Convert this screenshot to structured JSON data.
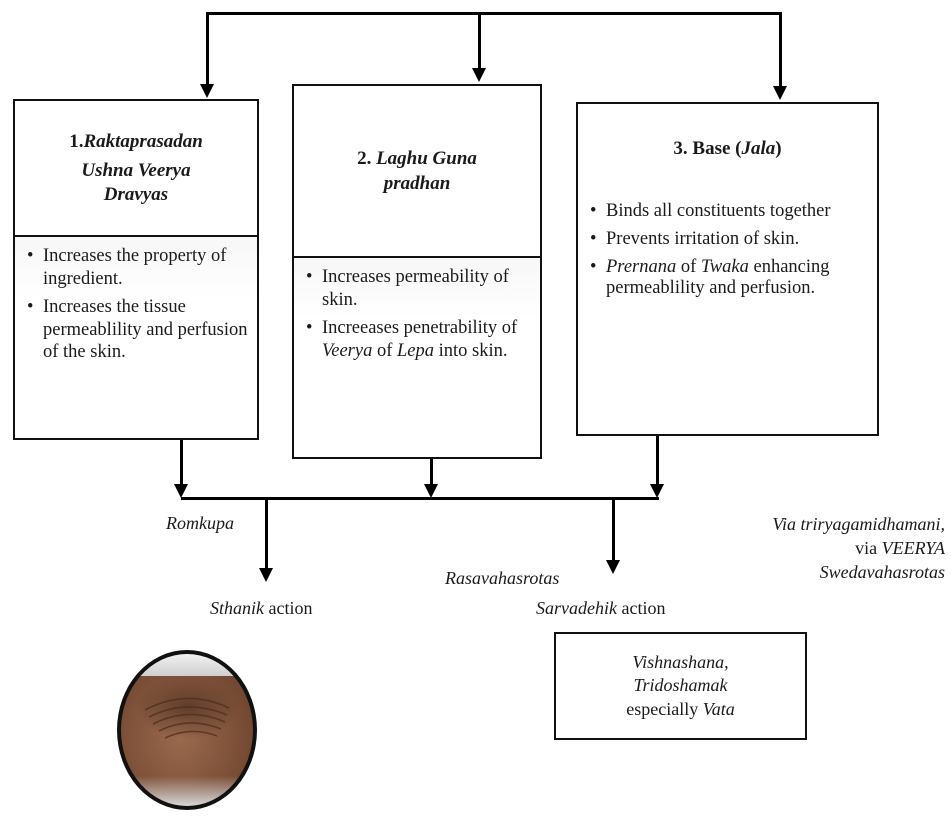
{
  "box1": {
    "title_num": "1.",
    "title_italic_1": "Raktaprasadan",
    "title_italic_2": "Ushna Veerya",
    "title_italic_3": "Dravyas",
    "points": [
      "Increases the property of ingredient.",
      "Increases the tissue permeablility and perfusion of the skin."
    ]
  },
  "box2": {
    "title_num": "2.",
    "title_italic_1": "Laghu Guna",
    "title_italic_2": "pradhan",
    "points": [
      {
        "text": "Increases permeability of skin."
      },
      {
        "pre": "Increeases penetrability of ",
        "italic_1": "Veerya",
        "mid": " of ",
        "italic_2": "Lepa",
        "post": " into skin."
      }
    ]
  },
  "box3": {
    "title_pre": "3. Base (",
    "title_italic": "Jala",
    "title_post": ")",
    "points": [
      {
        "text": "Binds all constituents together"
      },
      {
        "text": "Prevents irritation of skin."
      },
      {
        "italic_1": "Prernana",
        "mid": " of ",
        "italic_2": "Twaka",
        "post": " enhancing permeablility and perfusion."
      }
    ]
  },
  "labels": {
    "romkupa": "Romkupa",
    "sthanik_italic": "Sthanik",
    "sthanik_rest": " action",
    "rasavaha": "Rasavahasrotas",
    "sarvadehik_italic": "Sarvadehik",
    "sarvadehik_rest": " action",
    "via_1": "Via triryagamidhamani,",
    "via_2_pre": "via ",
    "via_2_italic": "VEERYA",
    "via_3": "Swedavahasrotas"
  },
  "result_box": {
    "line1": "Vishnashana,",
    "line2": "Tridoshamak",
    "line3_pre": "especially ",
    "line3_italic": "Vata"
  },
  "image": {
    "icon": "knee-skin-photo"
  }
}
